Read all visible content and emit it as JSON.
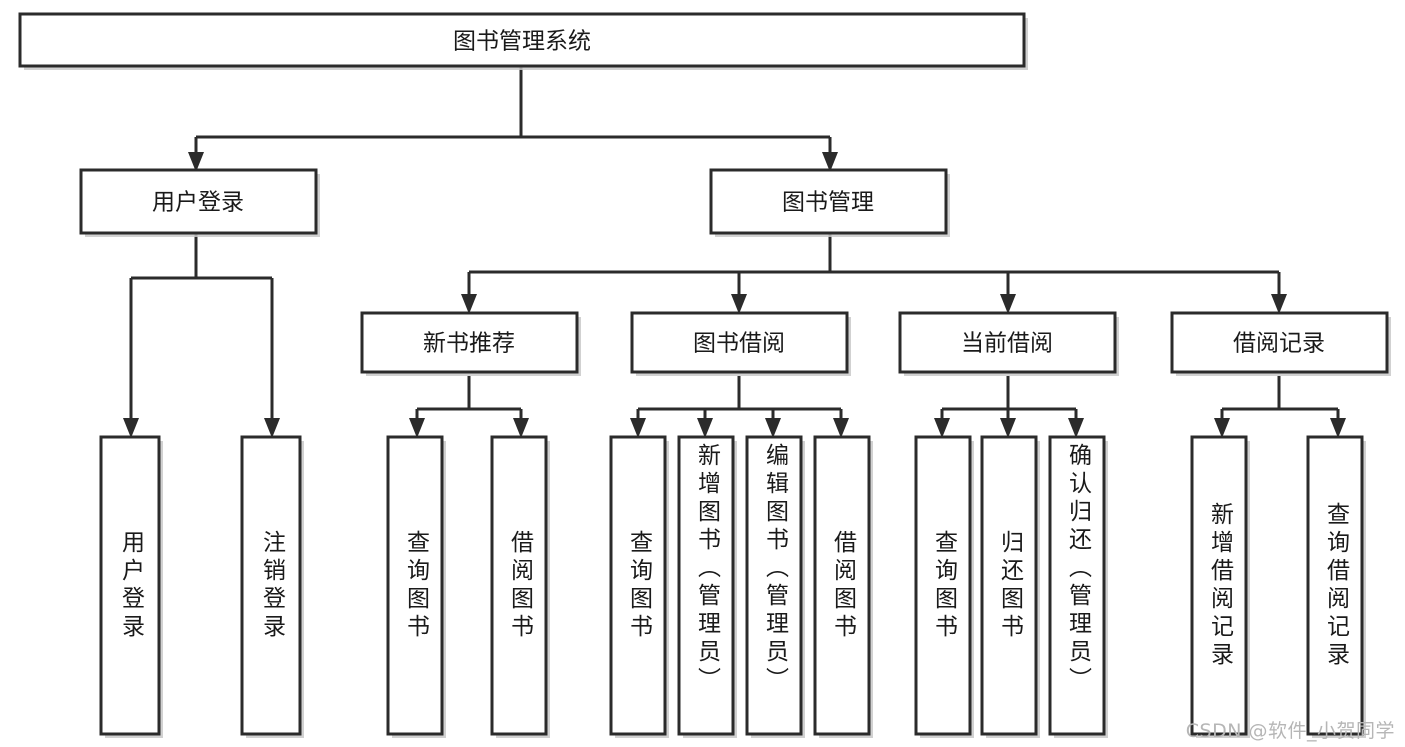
{
  "diagram": {
    "type": "tree-hierarchy-chart",
    "title_node": {
      "label": "图书管理系统"
    },
    "level2": [
      {
        "id": "user-login",
        "label": "用户登录"
      },
      {
        "id": "book-management",
        "label": "图书管理"
      }
    ],
    "level3": [
      {
        "id": "new-book-recommend",
        "label": "新书推荐",
        "parent": "book-management"
      },
      {
        "id": "book-borrow",
        "label": "图书借阅",
        "parent": "book-management"
      },
      {
        "id": "current-borrow",
        "label": "当前借阅",
        "parent": "book-management"
      },
      {
        "id": "borrow-record",
        "label": "借阅记录",
        "parent": "book-management"
      }
    ],
    "leaves": [
      {
        "id": "leaf-user-login",
        "label": "用户登录",
        "parent": "user-login"
      },
      {
        "id": "leaf-user-logout",
        "label": "注销登录",
        "parent": "user-login"
      },
      {
        "id": "leaf-query-book-1",
        "label": "查询图书",
        "parent": "new-book-recommend"
      },
      {
        "id": "leaf-borrow-book-1",
        "label": "借阅图书",
        "parent": "new-book-recommend"
      },
      {
        "id": "leaf-query-book-2",
        "label": "查询图书",
        "parent": "book-borrow"
      },
      {
        "id": "leaf-add-book",
        "label": "新增图书（管理员）",
        "parent": "book-borrow"
      },
      {
        "id": "leaf-edit-book",
        "label": "编辑图书（管理员）",
        "parent": "book-borrow"
      },
      {
        "id": "leaf-borrow-book-2",
        "label": "借阅图书",
        "parent": "book-borrow"
      },
      {
        "id": "leaf-query-book-3",
        "label": "查询图书",
        "parent": "current-borrow"
      },
      {
        "id": "leaf-return-book",
        "label": "归还图书",
        "parent": "current-borrow"
      },
      {
        "id": "leaf-confirm-return",
        "label": "确认归还（管理员）",
        "parent": "current-borrow"
      },
      {
        "id": "leaf-add-record",
        "label": "新增借阅记录",
        "parent": "borrow-record"
      },
      {
        "id": "leaf-query-record",
        "label": "查询借阅记录",
        "parent": "borrow-record"
      }
    ],
    "colors": {
      "stroke": "#2b2b2b",
      "fill": "#ffffff",
      "text": "#1a1a1a",
      "shadow": "#c9c9c9",
      "watermark": "#b6b6b6",
      "background": "#ffffff"
    }
  },
  "watermark": {
    "text": "CSDN @软件_小贺同学"
  }
}
